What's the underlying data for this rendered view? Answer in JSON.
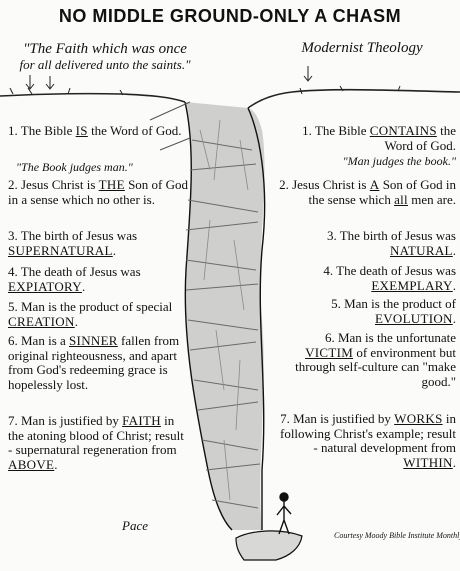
{
  "title": "NO MIDDLE GROUND-ONLY A CHASM",
  "left_heading": {
    "line1": "\"The Faith which was once",
    "line2": "for all delivered unto the saints.\""
  },
  "right_heading": "Modernist Theology",
  "left_items": [
    {
      "pre": "1. The Bible ",
      "kw": "IS",
      "post": " the Word of God."
    },
    {
      "pre": "\"The Book judges man.\"",
      "kw": "",
      "post": ""
    },
    {
      "pre": "2. Jesus Christ is ",
      "kw": "THE",
      "post": " Son of God in a sense which no other is."
    },
    {
      "pre": "3. The birth of Jesus was ",
      "kw": "SUPERNATURAL",
      "post": "."
    },
    {
      "pre": "4. The death of Jesus was ",
      "kw": "EXPIATORY",
      "post": "."
    },
    {
      "pre": "5. Man is the product of special ",
      "kw": "CREATION",
      "post": "."
    },
    {
      "pre": "6. Man is a ",
      "kw": "SINNER",
      "post": " fallen from original righteousness, and apart from God's redeeming grace is hopelessly lost."
    },
    {
      "pre": "7. Man is justified by ",
      "kw": "FAITH",
      "post": " in the atoning blood of Christ; result - supernatural regeneration from "
    },
    {
      "pre": "",
      "kw": "ABOVE",
      "post": "."
    }
  ],
  "right_items": [
    {
      "pre": "1. The Bible ",
      "kw": "CONTAINS",
      "post": " the Word of God."
    },
    {
      "pre": "\"Man judges the book.\"",
      "kw": "",
      "post": ""
    },
    {
      "pre": "2. Jesus Christ is ",
      "kw": "A",
      "post": " Son of God in the sense which "
    },
    {
      "pre": "",
      "kw": "all",
      "post": " men are."
    },
    {
      "pre": "3. The birth of Jesus was ",
      "kw": "NATURAL",
      "post": "."
    },
    {
      "pre": "4. The death of Jesus was ",
      "kw": "EXEMPLARY",
      "post": "."
    },
    {
      "pre": "5. Man is the product of ",
      "kw": "EVOLUTION",
      "post": "."
    },
    {
      "pre": "6. Man is the unfortunate ",
      "kw": "VICTIM",
      "post": " of environment but through self-culture can \"make good.\""
    },
    {
      "pre": "7. Man is justified by ",
      "kw": "WORKS",
      "post": " in following Christ's example; result - natural development from "
    },
    {
      "pre": "",
      "kw": "WITHIN",
      "post": "."
    }
  ],
  "signature": "Pace",
  "credit": "Courtesy Moody Bible Institute Monthly"
}
